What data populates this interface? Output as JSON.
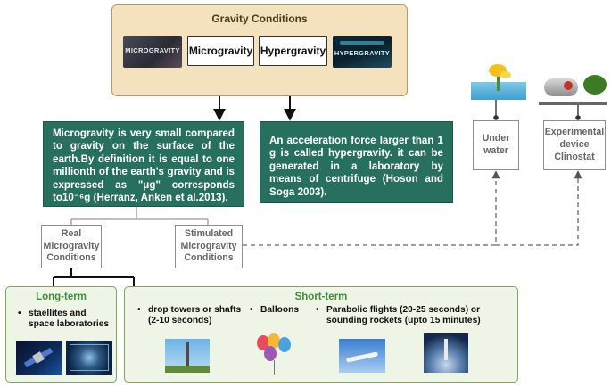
{
  "header": {
    "title": "Gravity Conditions",
    "microgravity_label": "Microgravity",
    "hypergravity_label": "Hypergravity",
    "thumb_left_text": "MICROGRAVITY",
    "thumb_right_text": "HYPERGRAVITY"
  },
  "definitions": {
    "microgravity": "Microgravity is very small compared to gravity on the surface of the earth.By definition it is equal to one millionth of the earth's gravity and is expressed as \"μg\" corresponds to10⁻⁶g (Herranz, Anken et al.2013).",
    "hypergravity": "An acceleration force larger than 1 g is called hypergravity. it can be generated in a laboratory by means of centrifuge (Hoson and Soga 2003)."
  },
  "conditions": {
    "real": "Real Microgravity Conditions",
    "stimulated": "Stimulated Microgravity Conditions"
  },
  "devices": {
    "under_water": "Under water",
    "clinostat": "Experimental device Clinostat"
  },
  "long_term": {
    "title": "Long-term",
    "items": [
      "staellites and space laboratories"
    ]
  },
  "short_term": {
    "title": "Short-term",
    "items": [
      "drop towers or shafts (2-10 seconds)",
      "Balloons",
      "Parabolic flights (20-25 seconds) or sounding rockets (upto 15 minutes)"
    ]
  },
  "colors": {
    "header_bg": "#f3e2bd",
    "definition_bg": "#27705f",
    "section_bg": "#eff5e6",
    "section_title": "#3e8e3a"
  }
}
